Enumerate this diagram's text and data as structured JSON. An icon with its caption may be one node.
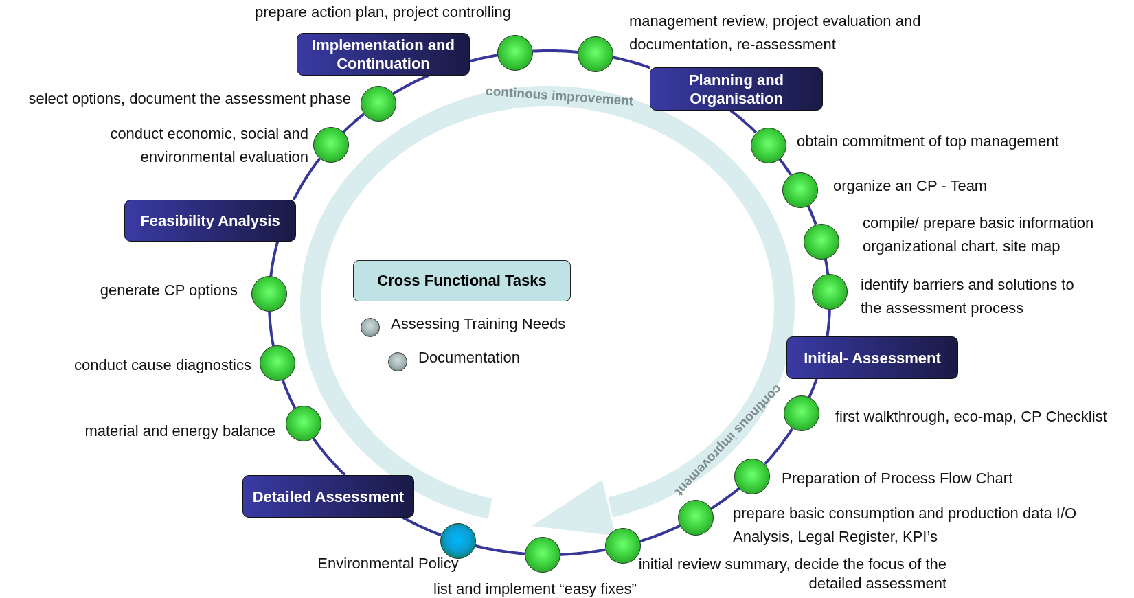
{
  "diagram": {
    "nodes": [
      {
        "text": [
          "Implementation and Continuation"
        ]
      },
      {
        "text": [],
        "shape": "circle",
        "beside": [
          "prepare action plan, project controlling"
        ]
      },
      {
        "text": [],
        "shape": "circle",
        "beside": [
          "management review, project evaluation and documentation, re-assessment"
        ]
      },
      {
        "text": [
          "Planning and Organisation"
        ]
      },
      {
        "text": [],
        "shape": "circle",
        "beside": [
          "obtain commitment of top management"
        ]
      },
      {
        "text": [],
        "shape": "circle",
        "beside": [
          "organize an CP - Team"
        ]
      },
      {
        "text": [],
        "shape": "circle",
        "beside": [
          "compile/ prepare basic information organizational chart, site map"
        ]
      },
      {
        "text": [],
        "shape": "circle",
        "beside": [
          "identify barriers and solutions to the assessment process"
        ]
      },
      {
        "text": [
          "Initial- Assessment"
        ]
      },
      {
        "text": [],
        "shape": "circle",
        "beside": [
          "first walkthrough, eco-map, CP Checklist"
        ]
      },
      {
        "text": [],
        "shape": "circle",
        "beside": [
          "Preparation of Process Flow Chart"
        ]
      },
      {
        "text": [],
        "shape": "circle",
        "beside": [
          "prepare basic consumption and production data I/O Analysis, Legal Register, KPI’s"
        ]
      },
      {
        "text": [],
        "shape": "circle",
        "beside": [
          "initial review summary, decide the focus of the detailed assessment"
        ]
      },
      {
        "text": [],
        "shape": "circle",
        "beside": [
          "list and implement “easy fixes”"
        ]
      },
      {
        "text": [],
        "shape": "circle",
        "beside": [
          "Environmental Policy"
        ]
      },
      {
        "text": [
          "Detailed Assessment"
        ]
      },
      {
        "text": [],
        "shape": "circle",
        "beside": [
          "material and energy balance"
        ]
      },
      {
        "text": [],
        "shape": "circle",
        "beside": [
          "conduct cause diagnostics"
        ]
      },
      {
        "text": [],
        "shape": "circle",
        "beside": [
          "generate CP options"
        ]
      },
      {
        "text": [
          "Feasibility Analysis"
        ]
      },
      {
        "text": [],
        "shape": "circle",
        "beside": [
          "conduct economic, social and environmental evaluation"
        ]
      },
      {
        "text": [],
        "shape": "circle",
        "beside": [
          "select options, document the assessment phase"
        ]
      },
      {
        "text": [
          "Cross Functional Tasks"
        ]
      },
      {
        "text": [],
        "shape": "circle",
        "beside": [
          "Assessing Training Needs"
        ]
      },
      {
        "text": [],
        "shape": "circle",
        "beside": [
          "Documentation"
        ]
      }
    ],
    "edges": [
      {
        "from": 0,
        "to": 1,
        "arrow": "none"
      },
      {
        "from": 1,
        "to": 2,
        "arrow": "none"
      },
      {
        "from": 2,
        "to": 3,
        "arrow": "none"
      },
      {
        "from": 3,
        "to": 4,
        "arrow": "none"
      },
      {
        "from": 4,
        "to": 5,
        "arrow": "none"
      },
      {
        "from": 5,
        "to": 6,
        "arrow": "none"
      },
      {
        "from": 6,
        "to": 7,
        "arrow": "none"
      },
      {
        "from": 7,
        "to": 8,
        "arrow": "none"
      },
      {
        "from": 8,
        "to": 9,
        "arrow": "none"
      },
      {
        "from": 9,
        "to": 10,
        "arrow": "none"
      },
      {
        "from": 10,
        "to": 11,
        "arrow": "none"
      },
      {
        "from": 11,
        "to": 12,
        "arrow": "none"
      },
      {
        "from": 12,
        "to": 13,
        "arrow": "none"
      },
      {
        "from": 13,
        "to": 14,
        "arrow": "none"
      },
      {
        "from": 14,
        "to": 15,
        "arrow": "none"
      },
      {
        "from": 15,
        "to": 16,
        "arrow": "none"
      },
      {
        "from": 16,
        "to": 17,
        "arrow": "none"
      },
      {
        "from": 17,
        "to": 18,
        "arrow": "none"
      },
      {
        "from": 18,
        "to": 19,
        "arrow": "none"
      },
      {
        "from": 19,
        "to": 20,
        "arrow": "none"
      },
      {
        "from": 20,
        "to": 21,
        "arrow": "none"
      },
      {
        "from": 21,
        "to": 0,
        "arrow": "none"
      }
    ],
    "labels": [
      "continous improvement",
      "continous improvement"
    ]
  }
}
